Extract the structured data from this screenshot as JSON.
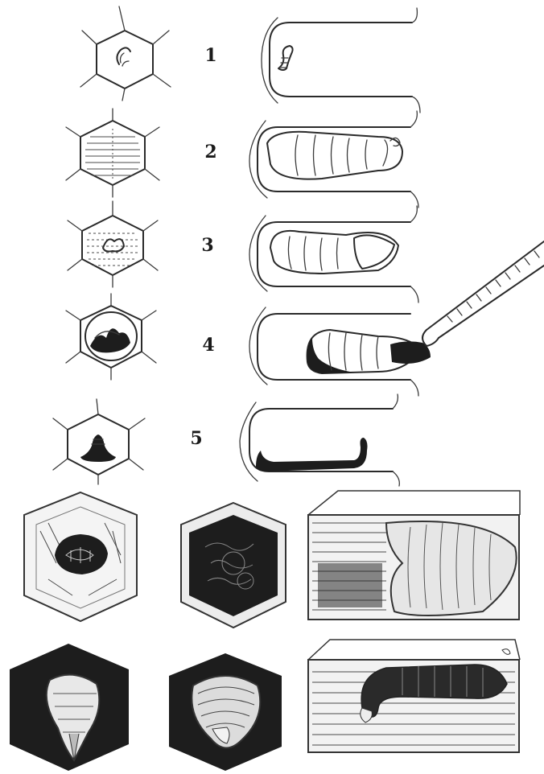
{
  "stages": [
    {
      "label": "1",
      "icon": "young-larva-curled"
    },
    {
      "label": "2",
      "icon": "capped-larva-stretched"
    },
    {
      "label": "3",
      "icon": "sunken-larva"
    },
    {
      "label": "4",
      "icon": "melting-larva-ropy"
    },
    {
      "label": "5",
      "icon": "dried-scale"
    }
  ],
  "colors": {
    "ink": "#2a2a2a",
    "dark_fill": "#1d1d1d",
    "background": "#ffffff"
  }
}
